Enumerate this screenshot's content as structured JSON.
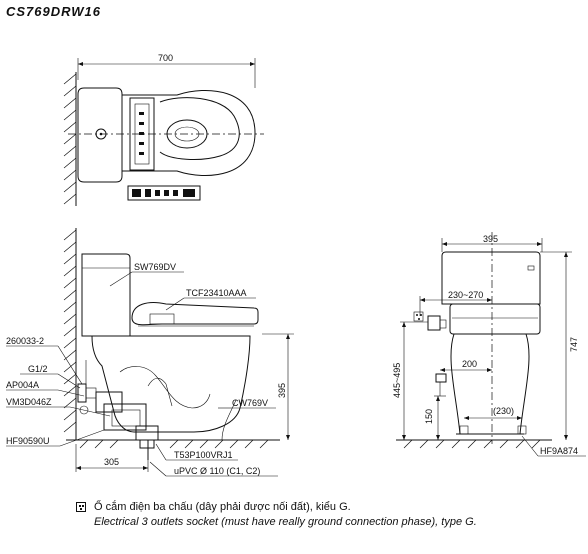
{
  "model_code": "CS769DRW16",
  "top_view": {
    "width_dim": "700"
  },
  "side_view": {
    "labels": {
      "tank": "SW769DV",
      "seat": "TCF23410AAA",
      "hose": "260033-2",
      "thread": "G1/2",
      "valve": "AP004A",
      "flex": "VM3D046Z",
      "bowl": "CW769V",
      "flange": "HF90590U",
      "drain": "T53P100VRJ1",
      "pipe": "uPVC Ø 110 (C1, C2)"
    },
    "dims": {
      "height": "395",
      "rough_in": "305"
    }
  },
  "front_view": {
    "dims": {
      "width": "395",
      "seat_range": "230~270",
      "total_height": "747",
      "inlet_range": "445~495",
      "inlet_offset": "200",
      "inlet_height": "150",
      "bolt_spacing": "(230)"
    },
    "labels": {
      "fixing": "HF9A874"
    }
  },
  "note": {
    "icon": "socket-icon",
    "line_vi": "Ổ cắm điện ba chấu (dây phải được nối đất), kiểu G.",
    "line_en": "Electrical 3 outlets socket (must have really ground connection phase), type G."
  }
}
